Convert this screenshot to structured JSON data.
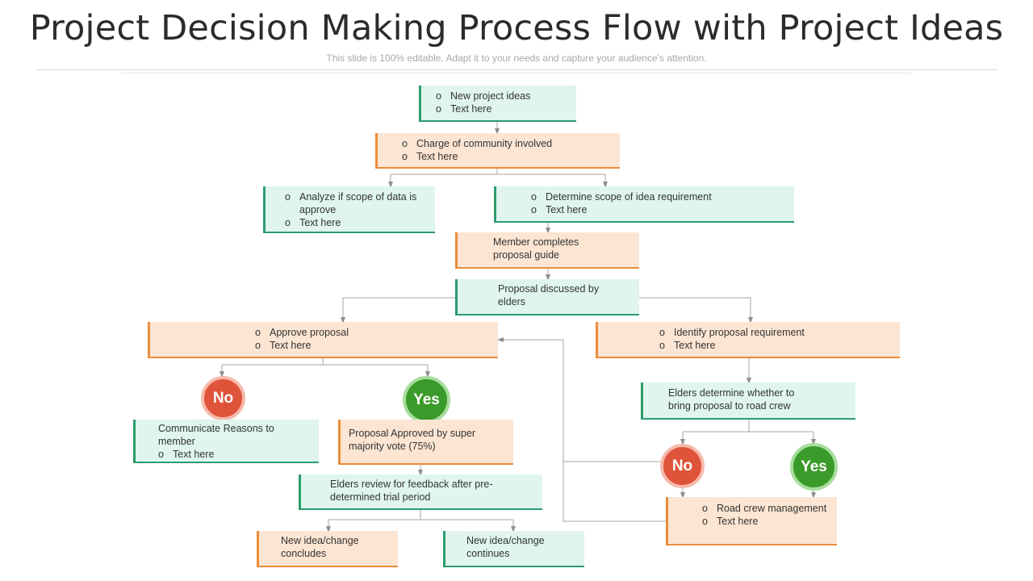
{
  "header": {
    "title": "Project Decision Making Process Flow with Project Ideas",
    "subtitle": "This slide is 100% editable. Adapt it to your needs and capture your audience's attention."
  },
  "colors": {
    "green_fill": "#dff5ee",
    "green_accent": "#2e9c6e",
    "orange_fill": "#fce5d3",
    "orange_accent": "#ea8d3b",
    "no_red": "#e0533b",
    "yes_green": "#3a9a2a"
  },
  "nodes": {
    "new_ideas": [
      "New project ideas",
      "Text here"
    ],
    "charge": [
      "Charge  of  community involved",
      "Text here"
    ],
    "analyze": [
      "Analyze if scope of data is approve",
      "Text here"
    ],
    "determine": [
      "Determine  scope of idea requirement",
      "Text here"
    ],
    "member_completes": "Member completes proposal guide",
    "proposal_discussed": "Proposal discussed by elders",
    "approve": [
      "Approve  proposal",
      "Text here"
    ],
    "identify": [
      "Identify proposal requirement",
      "Text here"
    ],
    "communicate": {
      "text": "Communicate Reasons to member",
      "bullet": "Text here"
    },
    "approved_vote": "Proposal Approved  by super majority vote  (75%)",
    "elders_review": "Elders review  for feedback after pre-determined  trial period",
    "concludes": "New idea/change concludes",
    "continues": "New idea/change continues",
    "elders_determine": "Elders determine  whether to bring proposal  to road crew",
    "road_crew": [
      "Road crew management",
      "Text here"
    ]
  },
  "decisions": {
    "no": "No",
    "yes": "Yes"
  }
}
